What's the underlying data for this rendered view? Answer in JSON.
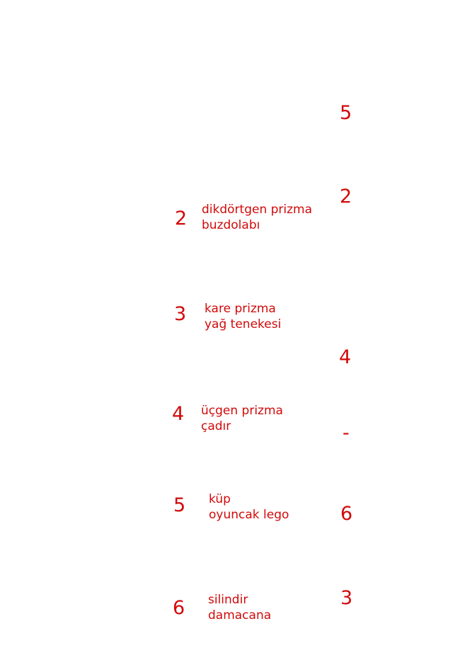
{
  "left_items": [
    {
      "number": "2",
      "shape": "dikdörtgen prizma",
      "object": "buzdolabı"
    },
    {
      "number": "3",
      "shape": "kare prizma",
      "object": "yağ tenekesi"
    },
    {
      "number": "4",
      "shape": "üçgen prizma",
      "object": "çadır"
    },
    {
      "number": "5",
      "shape": "küp",
      "object": "oyuncak lego"
    },
    {
      "number": "6",
      "shape": "silindir",
      "object": "damacana"
    }
  ],
  "right_answers": [
    "5",
    "2",
    "4",
    "-",
    "6",
    "3"
  ],
  "colors": {
    "text": "#d10a0a",
    "background": "#ffffff"
  }
}
